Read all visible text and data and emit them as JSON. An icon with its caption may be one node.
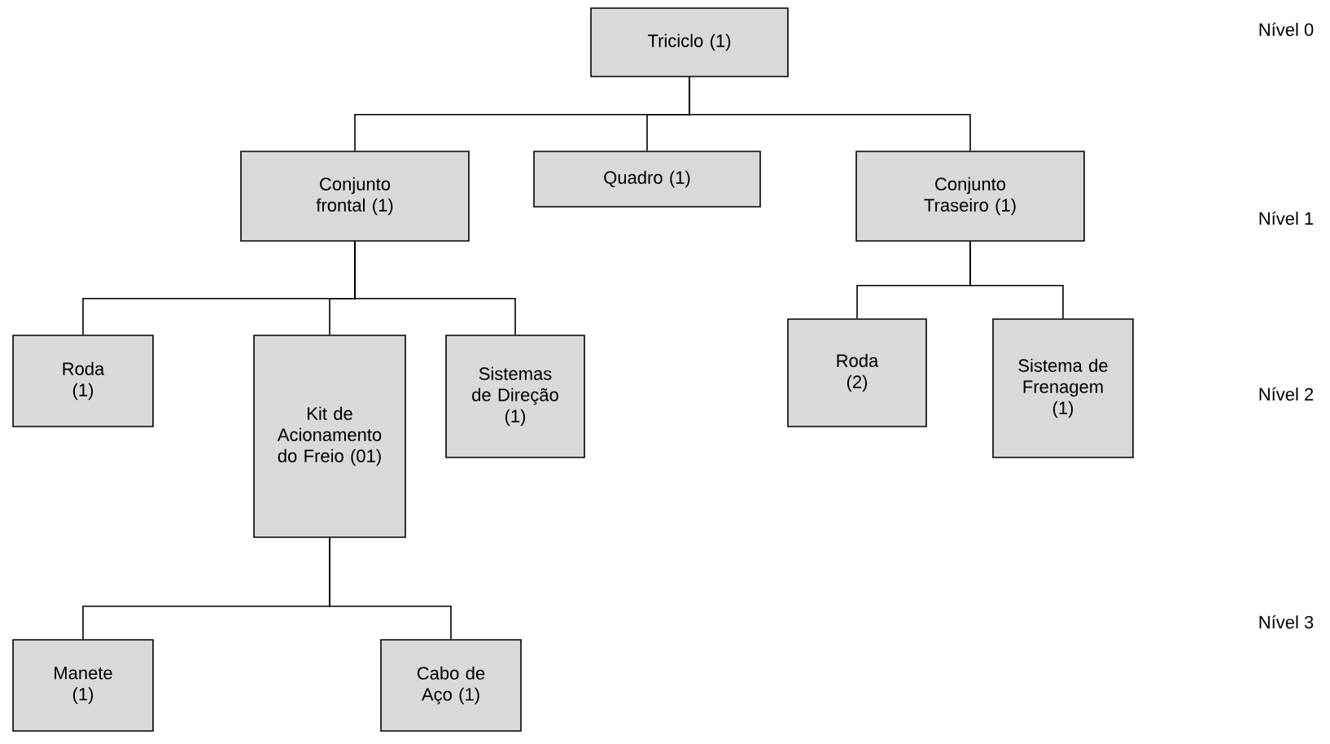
{
  "diagram": {
    "nodes": [
      {
        "text": [
          "Triciclo (1)"
        ]
      },
      {
        "text": [
          "Conjunto frontal (1)"
        ]
      },
      {
        "text": [
          "Quadro (1)"
        ]
      },
      {
        "text": [
          "Conjunto Traseiro (1)"
        ]
      },
      {
        "text": [
          "Roda (1)"
        ]
      },
      {
        "text": [
          "Kit de Acionamento do Freio (01)"
        ]
      },
      {
        "text": [
          "Sistemas de Direção (1)"
        ]
      },
      {
        "text": [
          "Roda (2)"
        ]
      },
      {
        "text": [
          "Sistema de Frenagem (1)"
        ]
      },
      {
        "text": [
          "Manete (1)"
        ]
      },
      {
        "text": [
          "Cabo de Aço (1)"
        ]
      }
    ],
    "edges": [
      {
        "from": 0,
        "to": 1,
        "arrow": "none"
      },
      {
        "from": 0,
        "to": 2,
        "arrow": "none"
      },
      {
        "from": 0,
        "to": 3,
        "arrow": "none"
      },
      {
        "from": 1,
        "to": 4,
        "arrow": "none"
      },
      {
        "from": 1,
        "to": 5,
        "arrow": "none"
      },
      {
        "from": 1,
        "to": 6,
        "arrow": "none"
      },
      {
        "from": 3,
        "to": 7,
        "arrow": "none"
      },
      {
        "from": 3,
        "to": 8,
        "arrow": "none"
      },
      {
        "from": 5,
        "to": 9,
        "arrow": "none"
      },
      {
        "from": 5,
        "to": 10,
        "arrow": "none"
      }
    ],
    "labels": [
      "Nível 0",
      "Nível 1",
      "Nível 2",
      "Nível 3"
    ]
  }
}
